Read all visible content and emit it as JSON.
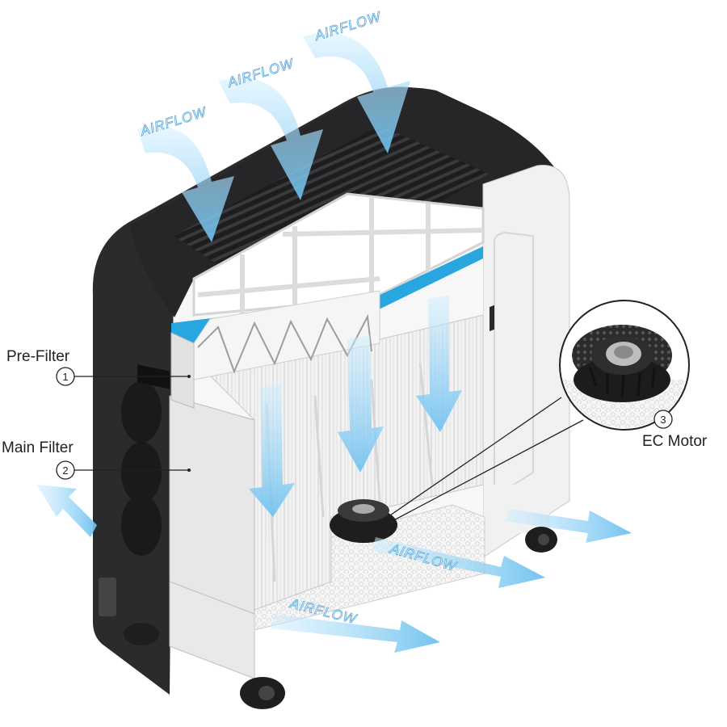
{
  "components": [
    {
      "number": "1",
      "label": "Pre-Filter"
    },
    {
      "number": "2",
      "label": "Main Filter"
    },
    {
      "number": "3",
      "label": "EC Motor"
    }
  ],
  "airflow_label": "AIRFLOW",
  "colors": {
    "housing_dark": "#2b2b2d",
    "housing_light": "#f4f4f4",
    "airflow_blue": "#8fd0f4",
    "accent_strip": "#27a6e0"
  }
}
